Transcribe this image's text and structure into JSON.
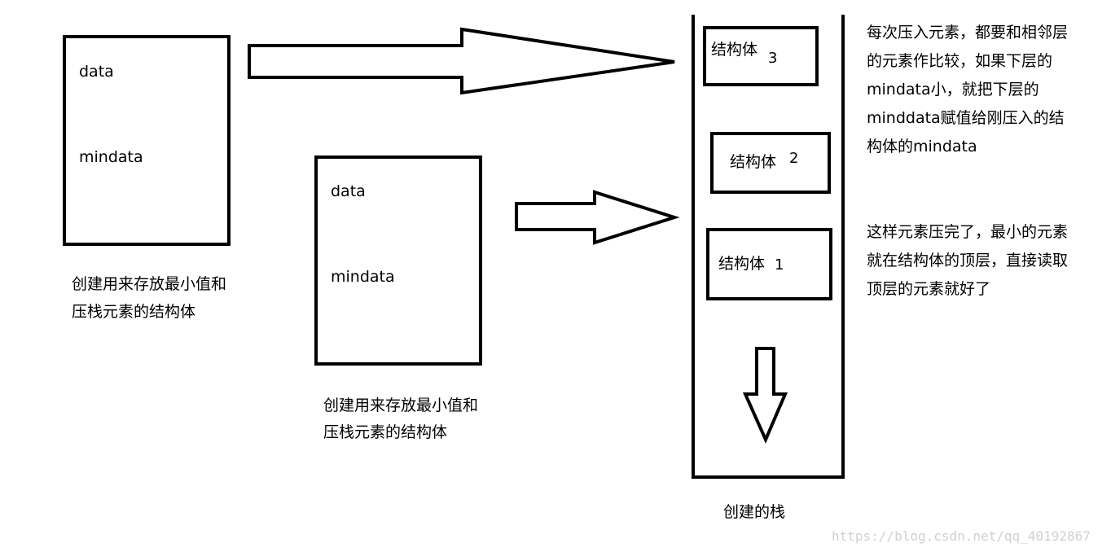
{
  "structA": {
    "field1": "data",
    "field2": "mindata",
    "caption_l1": "创建用来存放最小值和",
    "caption_l2": "压栈元素的结构体"
  },
  "structB": {
    "field1": "data",
    "field2": "mindata",
    "caption_l1": "创建用来存放最小值和",
    "caption_l2": "压栈元素的结构体"
  },
  "stack": {
    "label": "创建的栈",
    "items": [
      {
        "label": "结构体",
        "number": "3"
      },
      {
        "label": "结构体",
        "number": "2"
      },
      {
        "label": "结构体",
        "number": "1"
      }
    ]
  },
  "note1": [
    "每次压入元素，都要和相邻层",
    "的元素作比较，如果下层的",
    "mindata小，就把下层的",
    "minddata赋值给刚压入的结",
    "构体的mindata"
  ],
  "note2": [
    "这样元素压完了，最小的元素",
    "就在结构体的顶层，直接读取",
    "顶层的元素就好了"
  ],
  "watermark": "https://blog.csdn.net/qq_40192867"
}
